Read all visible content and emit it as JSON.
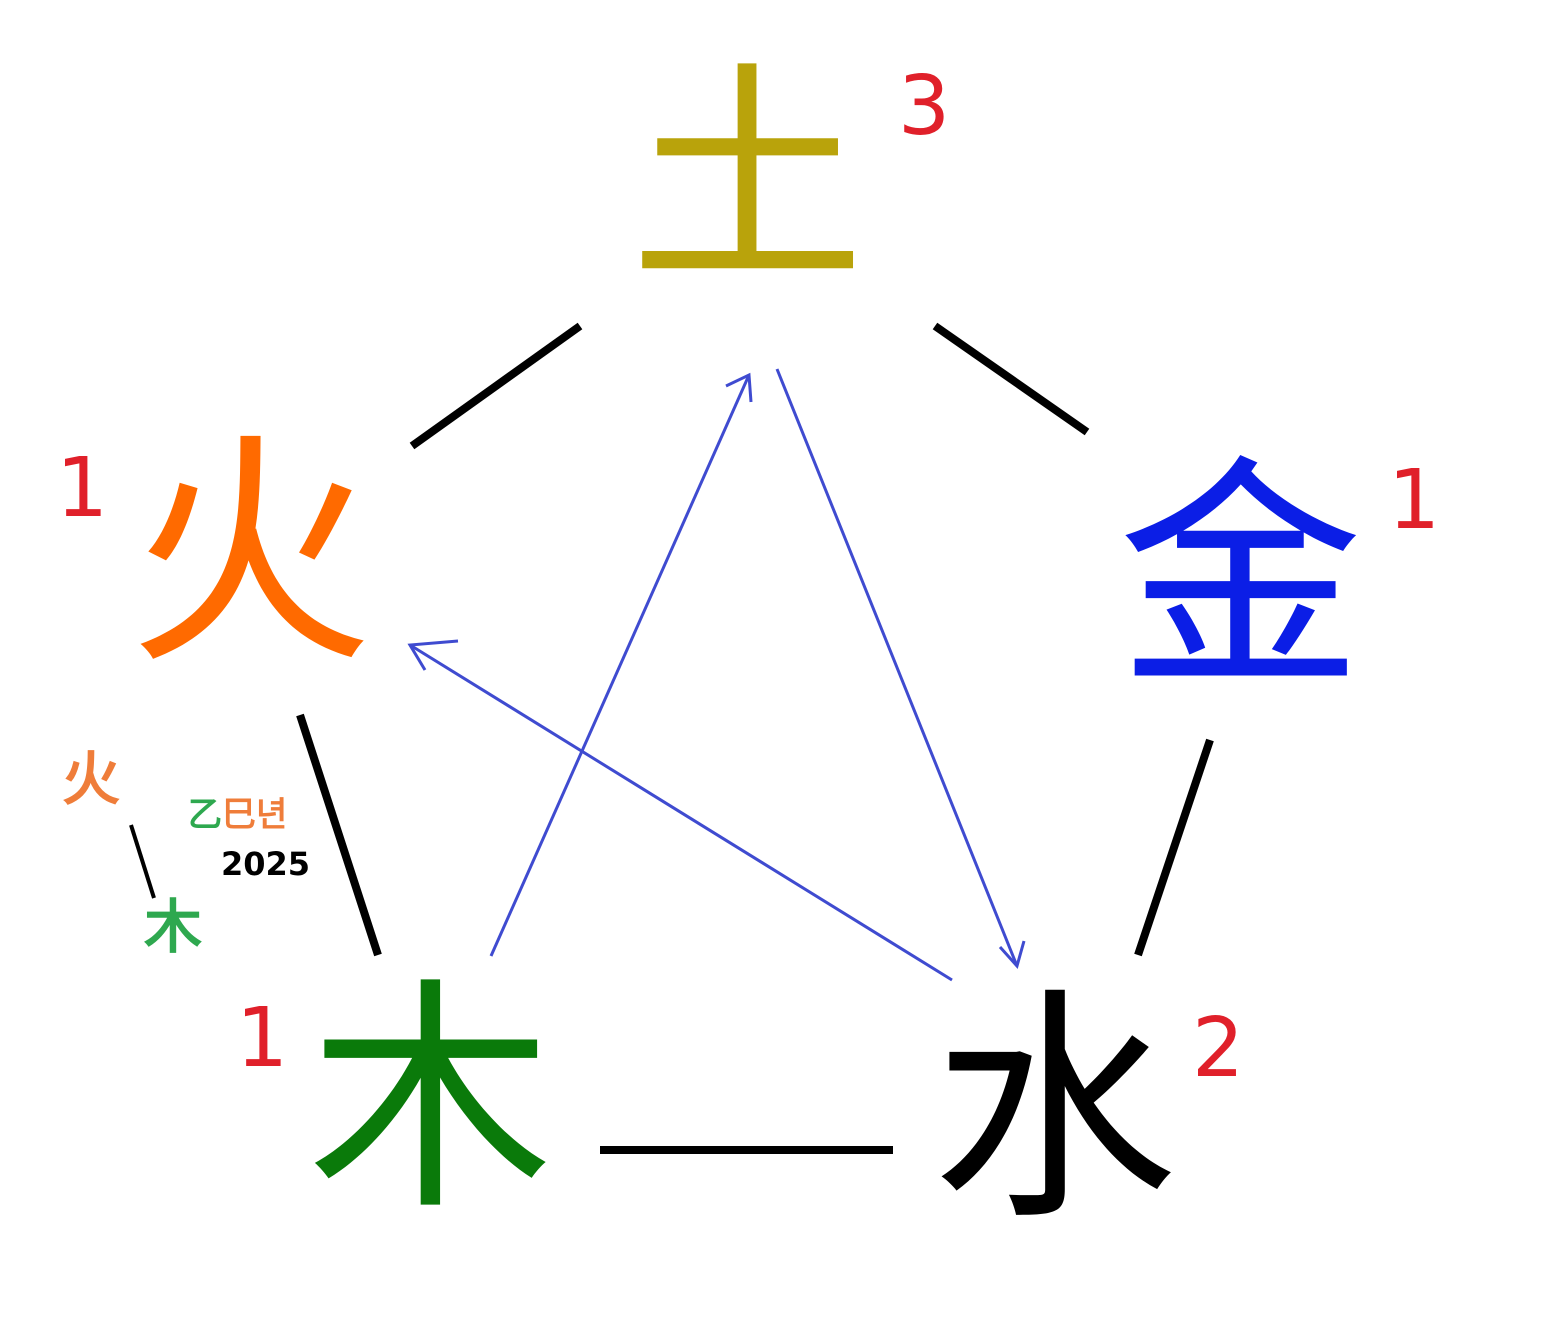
{
  "colors": {
    "earth": "#b9a30b",
    "fire": "#ff6a00",
    "metal": "#0b1ee6",
    "wood": "#0a7a0a",
    "water": "#000000",
    "count": "#e0202a",
    "arrow": "#3f4bd0",
    "line": "#000000",
    "mini_fire": "#ef7d3a",
    "mini_wood": "#2ea84f",
    "year_first": "#2ea84f",
    "year_rest": "#ef7d3a",
    "year_number": "#000000"
  },
  "elements": {
    "earth": {
      "char": "土",
      "count": "3"
    },
    "fire": {
      "char": "火",
      "count": "1"
    },
    "metal": {
      "char": "金",
      "count": "1"
    },
    "wood": {
      "char": "木",
      "count": "1"
    },
    "water": {
      "char": "水",
      "count": "2"
    }
  },
  "legend": {
    "mini_fire": "火",
    "mini_wood": "木",
    "year_label_first": "乙",
    "year_label_rest": "巳년",
    "year": "2025"
  }
}
